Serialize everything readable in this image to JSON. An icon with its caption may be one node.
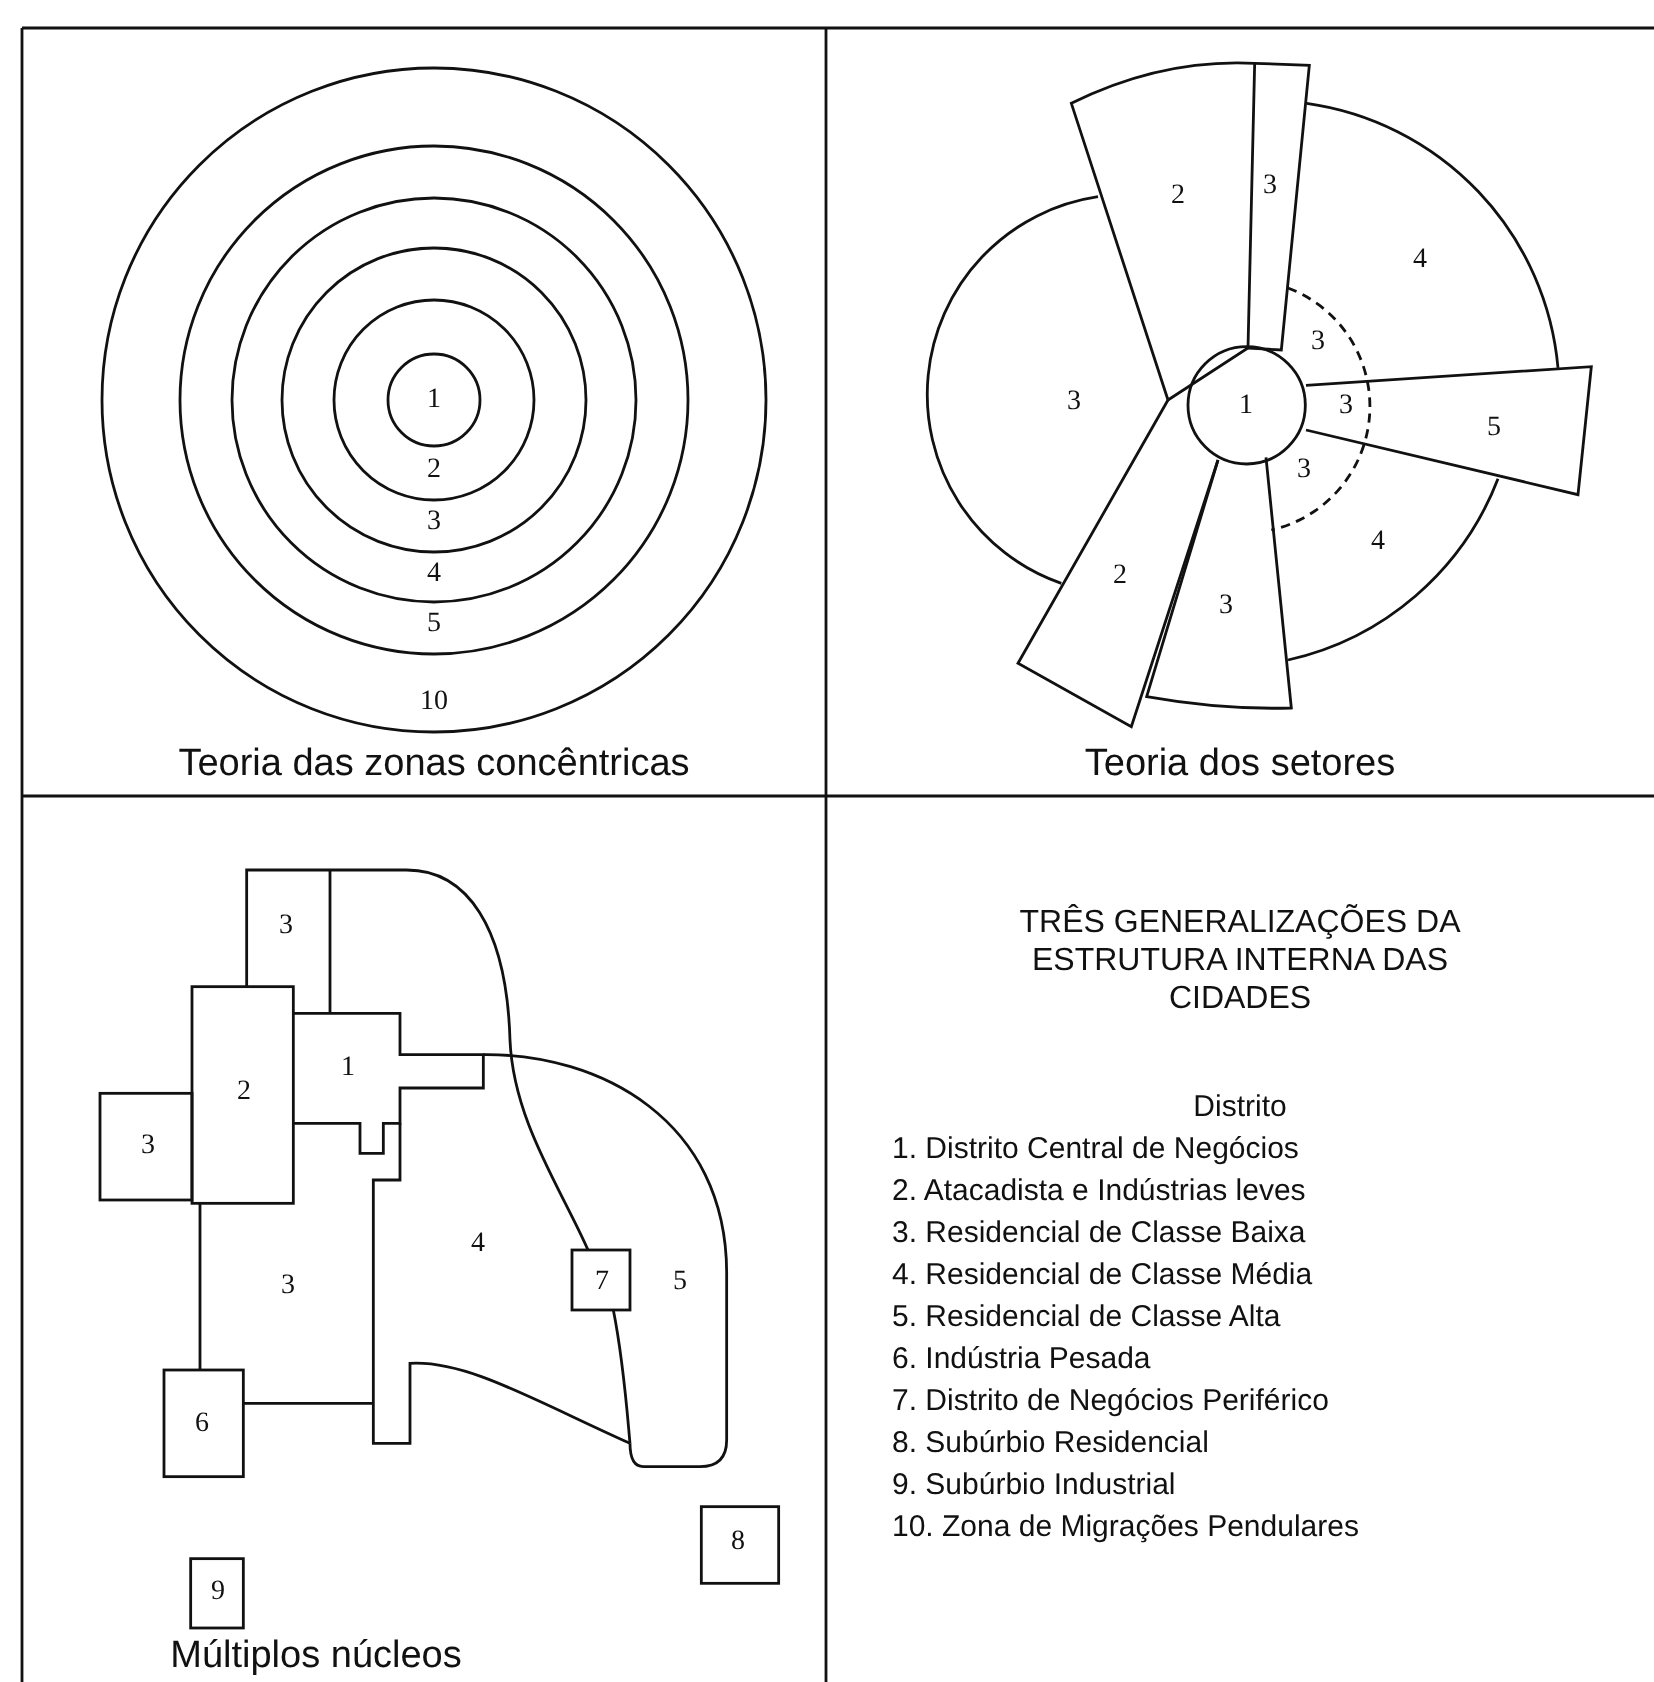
{
  "diagram": {
    "title": "TRÊS GENERALIZAÇÕES DA ESTRUTURA INTERNA DAS CIDADES",
    "labels": [
      "1",
      "2",
      "3",
      "4",
      "5",
      "10",
      "Teoria das zonas concêntricas",
      "3",
      "2",
      "4",
      "3",
      "3",
      "1",
      "3",
      "5",
      "3",
      "4",
      "2",
      "3",
      "Teoria dos setores",
      "3",
      "1",
      "2",
      "3",
      "4",
      "3",
      "7",
      "5",
      "6",
      "8",
      "9",
      "Múltiplos núcleos",
      "Distrito",
      "1. Distrito Central de Negócios",
      "2. Atacadista e Indústrias leves",
      "3. Residencial de Classe Baixa",
      "4. Residencial de Classe Média",
      "5. Residencial de Classe Alta",
      "6. Indústria Pesada",
      "7. Distrito de Negócios Periférico",
      "8. Subúrbio Residencial",
      "9. Subúrbio Industrial",
      "10. Zona de Migrações Pendulares"
    ]
  }
}
